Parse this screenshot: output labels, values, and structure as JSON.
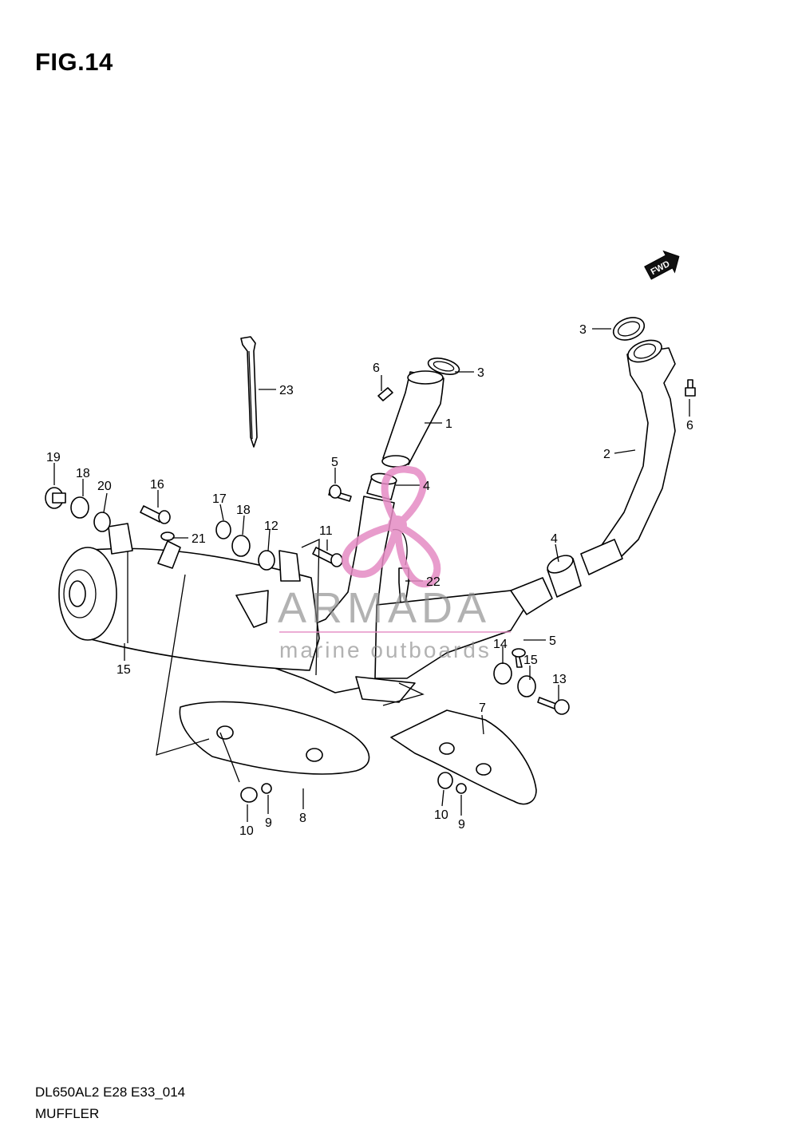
{
  "figure_title": "FIG.14",
  "footer": {
    "model_code": "DL650AL2 E28 E33_014",
    "section_name": "MUFFLER"
  },
  "direction_badge": "FWD",
  "watermark": {
    "brand": "ARMADA",
    "tagline": "marine outboards",
    "logo_color": "#e58bc4"
  },
  "callouts": [
    {
      "id": "c1",
      "label": "1"
    },
    {
      "id": "c2",
      "label": "2"
    },
    {
      "id": "c3a",
      "label": "3"
    },
    {
      "id": "c3b",
      "label": "3"
    },
    {
      "id": "c4a",
      "label": "4"
    },
    {
      "id": "c4b",
      "label": "4"
    },
    {
      "id": "c5a",
      "label": "5"
    },
    {
      "id": "c5b",
      "label": "5"
    },
    {
      "id": "c6a",
      "label": "6"
    },
    {
      "id": "c6b",
      "label": "6"
    },
    {
      "id": "c7",
      "label": "7"
    },
    {
      "id": "c8",
      "label": "8"
    },
    {
      "id": "c9a",
      "label": "9"
    },
    {
      "id": "c9b",
      "label": "9"
    },
    {
      "id": "c10a",
      "label": "10"
    },
    {
      "id": "c10b",
      "label": "10"
    },
    {
      "id": "c11",
      "label": "11"
    },
    {
      "id": "c12",
      "label": "12"
    },
    {
      "id": "c13",
      "label": "13"
    },
    {
      "id": "c14",
      "label": "14"
    },
    {
      "id": "c15a",
      "label": "15"
    },
    {
      "id": "c15b",
      "label": "15"
    },
    {
      "id": "c16",
      "label": "16"
    },
    {
      "id": "c17",
      "label": "17"
    },
    {
      "id": "c18a",
      "label": "18"
    },
    {
      "id": "c18b",
      "label": "18"
    },
    {
      "id": "c19",
      "label": "19"
    },
    {
      "id": "c20",
      "label": "20"
    },
    {
      "id": "c21",
      "label": "21"
    },
    {
      "id": "c22",
      "label": "22"
    },
    {
      "id": "c23",
      "label": "23"
    }
  ]
}
